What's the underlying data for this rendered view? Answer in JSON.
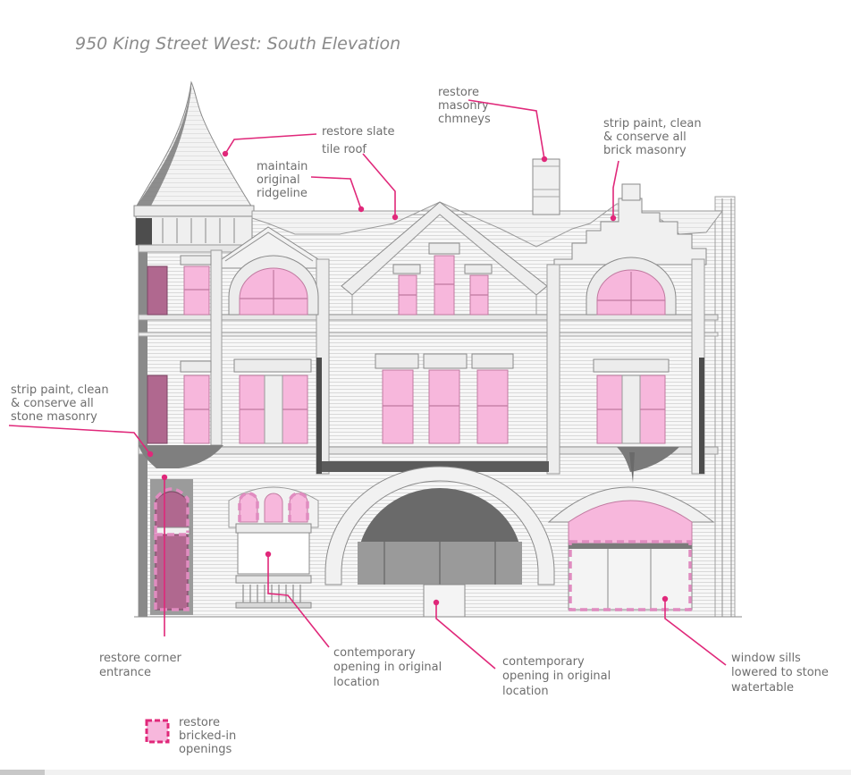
{
  "title": "950 King Street West: South Elevation",
  "annotations": {
    "slate_roof": [
      "restore slate",
      "tile roof"
    ],
    "ridgeline": [
      "maintain",
      "original",
      "ridgeline"
    ],
    "chimneys": [
      "restore",
      "masonry",
      "chmneys"
    ],
    "brick": [
      "strip paint, clean",
      "& conserve all",
      "brick masonry"
    ],
    "stone": [
      "strip paint, clean",
      "& conserve all",
      "stone masonry"
    ],
    "corner": [
      "restore corner",
      "entrance"
    ],
    "opening1": [
      "contemporary",
      "opening in original",
      "location"
    ],
    "opening2": [
      "contemporary",
      "opening in original",
      "location"
    ],
    "sills": [
      "window sills",
      "lowered to stone",
      "watertable"
    ]
  },
  "legend": {
    "label": [
      "restore",
      "bricked-in",
      "openings"
    ]
  },
  "colors": {
    "accent": "#e0287a",
    "restore_fill": "#f7b7dc",
    "restore_dark": "#b0688f"
  }
}
